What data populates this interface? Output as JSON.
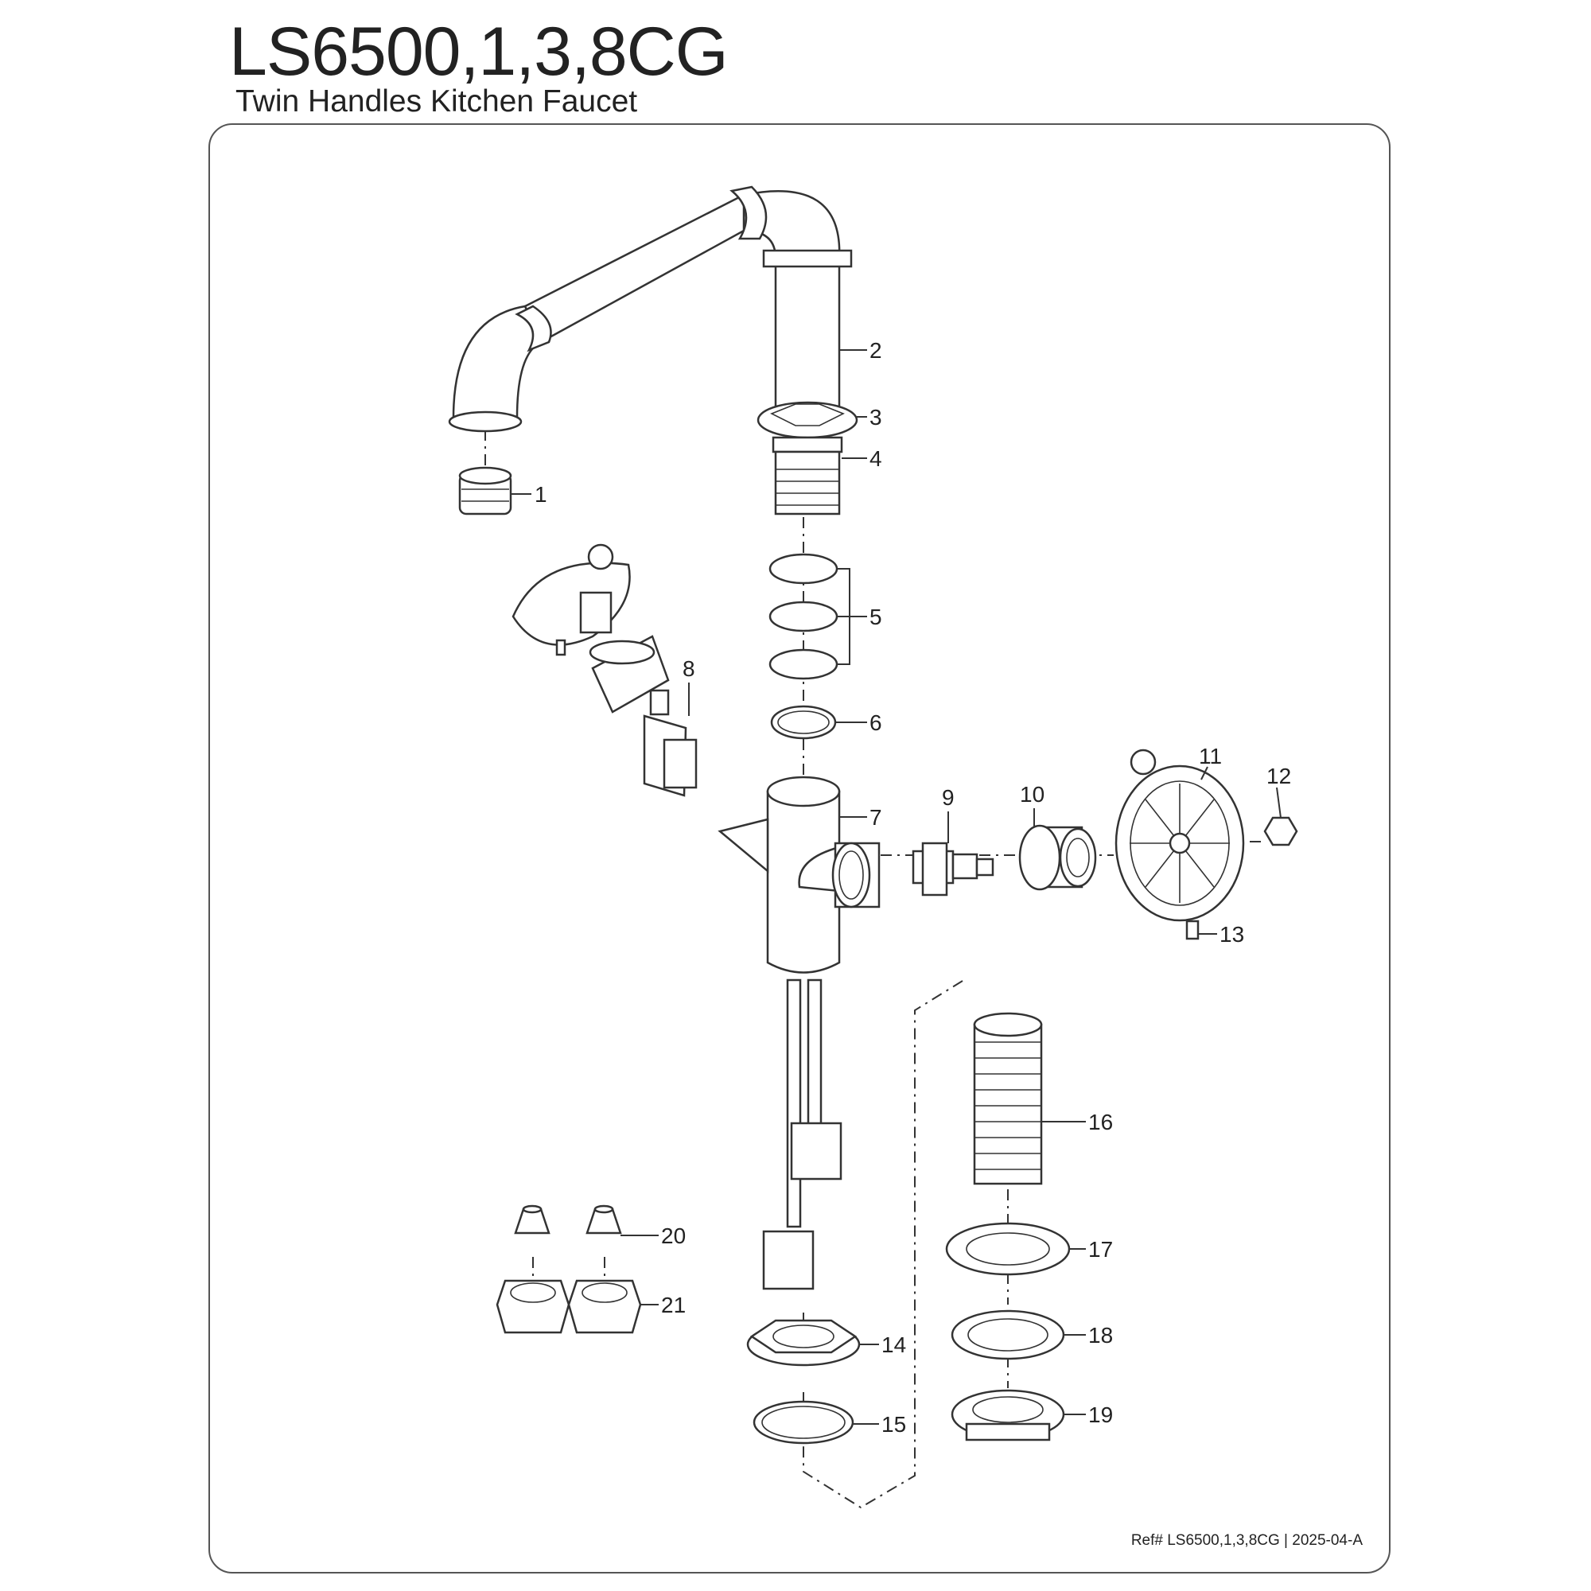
{
  "header": {
    "model": "LS6500,1,3,8CG",
    "description": "Twin Handles Kitchen Faucet"
  },
  "footer": {
    "reference": "Ref# LS6500,1,3,8CG | 2025-04-A"
  },
  "callouts": [
    "1",
    "2",
    "3",
    "4",
    "5",
    "6",
    "7",
    "8",
    "9",
    "10",
    "11",
    "12",
    "13",
    "14",
    "15",
    "16",
    "17",
    "18",
    "19",
    "20",
    "21"
  ]
}
